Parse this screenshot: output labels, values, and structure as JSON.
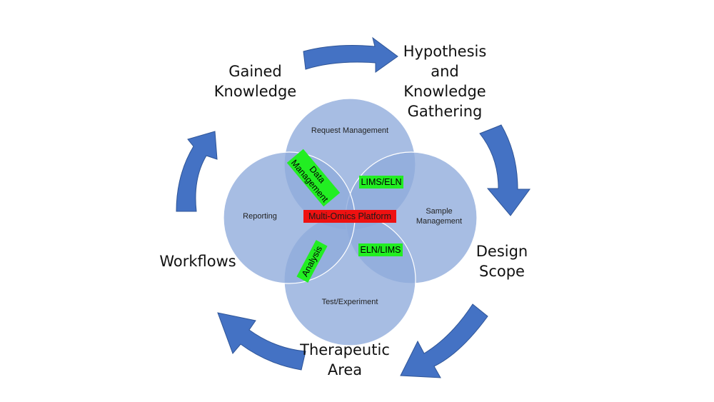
{
  "cycle": {
    "hypothesis": "Hypothesis\nand\nKnowledge\nGathering",
    "design_scope": "Design\nScope",
    "therapeutic_area": "Therapeutic\nArea",
    "workflows": "Workflows",
    "gained_knowledge": "Gained\nKnowledge"
  },
  "circles": {
    "request_management": "Request Management",
    "sample_management": "Sample\nManagement",
    "test_experiment": "Test/Experiment",
    "reporting": "Reporting"
  },
  "tags": {
    "data_management": "Data\nManagement",
    "lims_eln": "LIMS/ELN",
    "eln_lims": "ELN/LIMS",
    "analysis": "Analysis",
    "center": "Multi-Omics Platform"
  },
  "colors": {
    "circle_fill": "#8eaadb",
    "circle_stroke": "#ffffff",
    "arrow": "#4472c4",
    "arrow_edge": "#2f5597",
    "tag_green": "#22ee22",
    "tag_red": "#ee1111"
  }
}
